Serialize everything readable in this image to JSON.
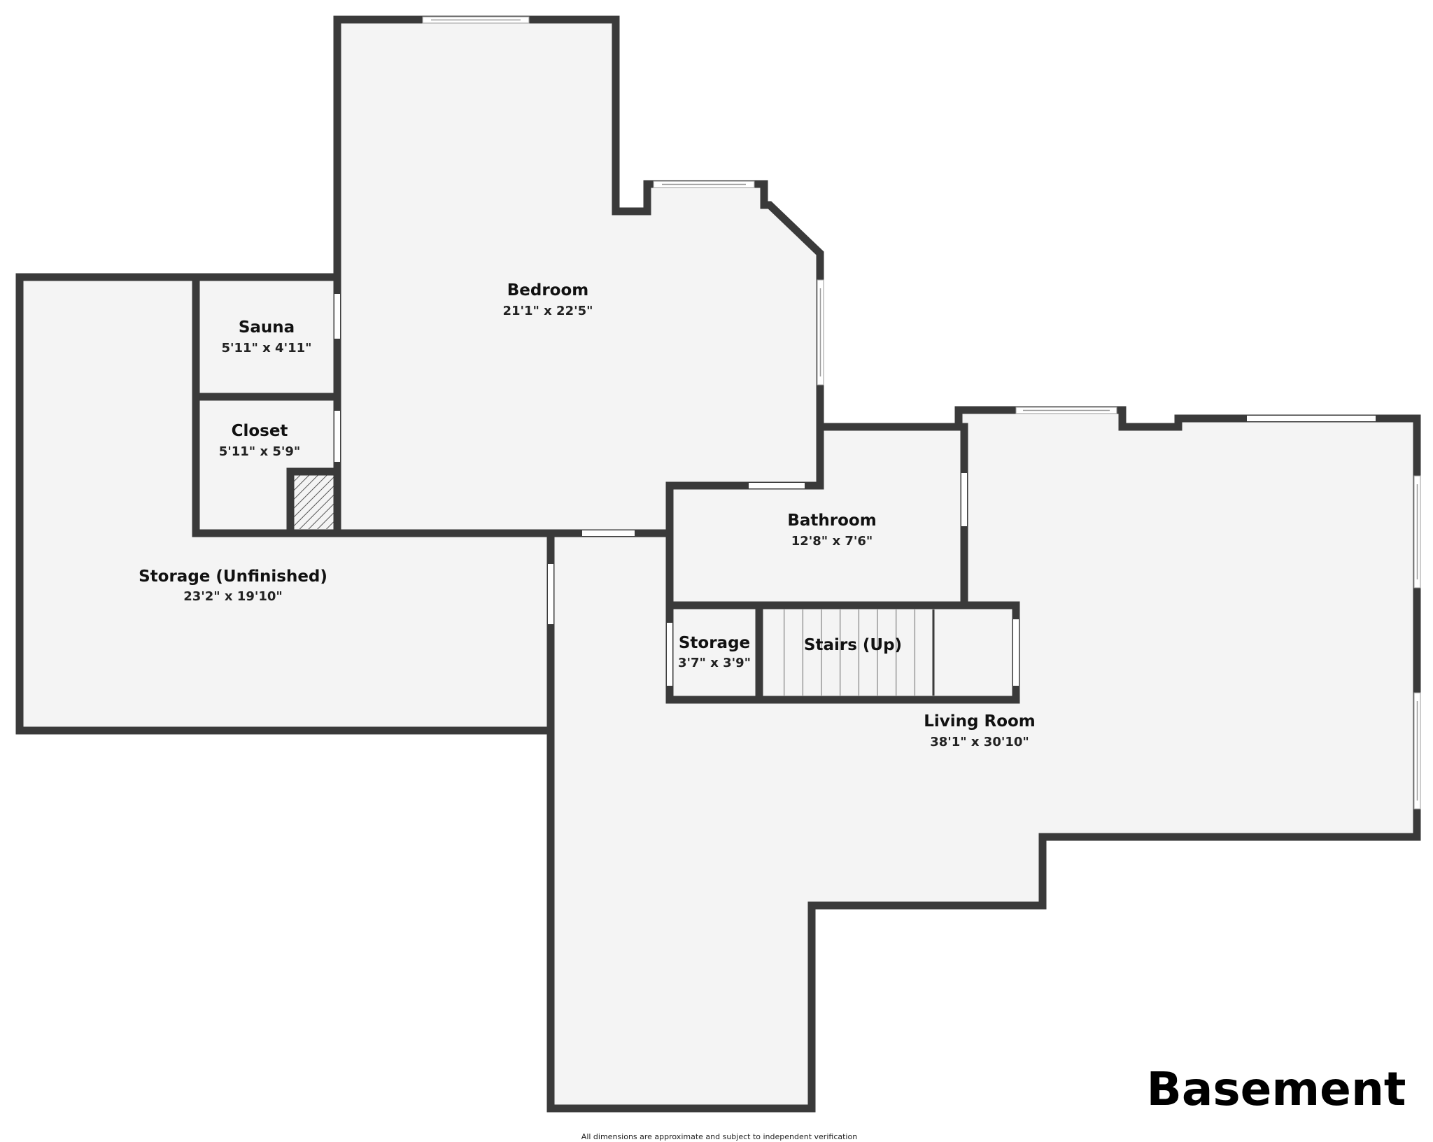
{
  "floor": {
    "title": "Basement",
    "disclaimer": "All dimensions are approximate and subject to independent verification"
  },
  "rooms": {
    "bedroom": {
      "name": "Bedroom",
      "dims": "21'1\" x 22'5\""
    },
    "sauna": {
      "name": "Sauna",
      "dims": "5'11\" x 4'11\""
    },
    "closet": {
      "name": "Closet",
      "dims": "5'11\" x 5'9\""
    },
    "storage_unfinished": {
      "name": "Storage (Unfinished)",
      "dims": "23'2\" x 19'10\""
    },
    "bathroom": {
      "name": "Bathroom",
      "dims": "12'8\" x 7'6\""
    },
    "storage_small": {
      "name": "Storage",
      "dims": "3'7\" x 3'9\""
    },
    "stairs": {
      "name": "Stairs (Up)"
    },
    "living_room": {
      "name": "Living Room",
      "dims": "38'1\" x 30'10\""
    }
  },
  "colors": {
    "wall": "#3a3a3a",
    "floor": "#f4f4f4",
    "background": "#ffffff",
    "opening": "#ffffff",
    "window_line": "#9a9a9a"
  }
}
